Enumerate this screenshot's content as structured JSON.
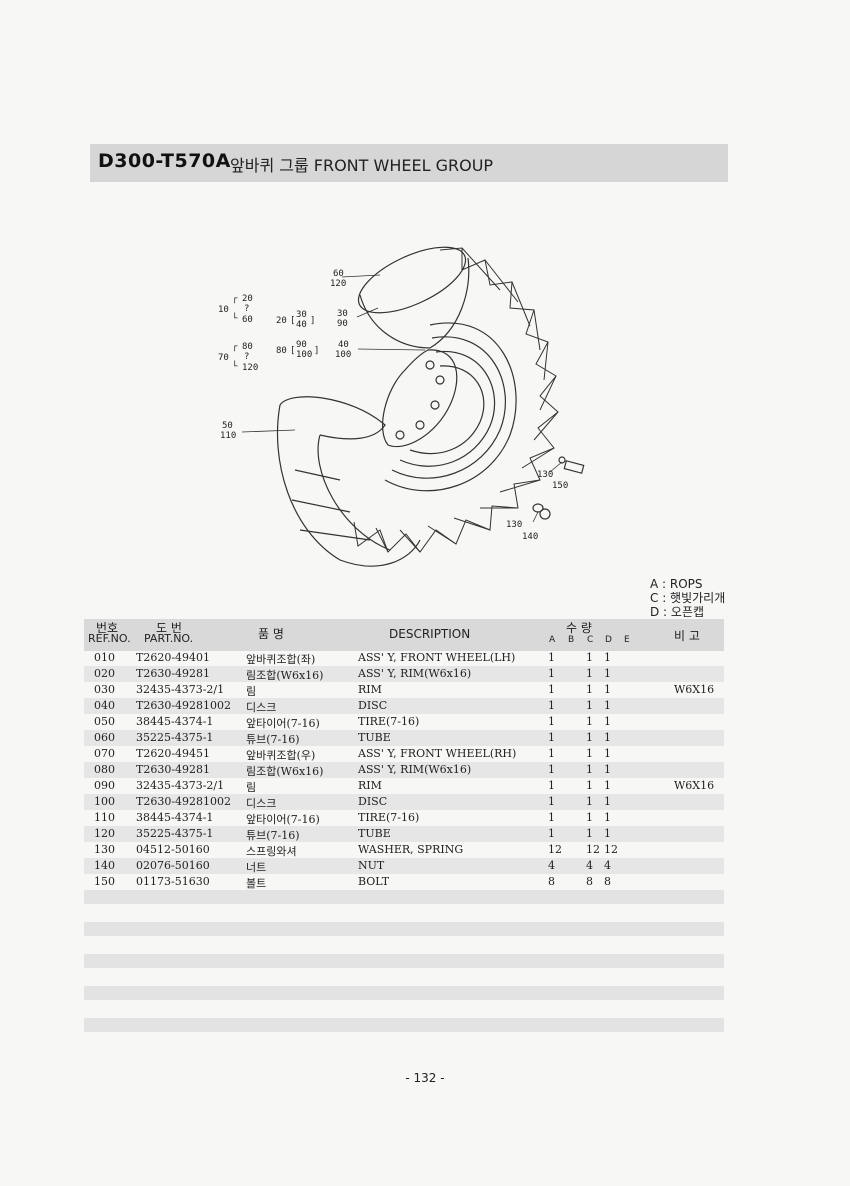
{
  "header": {
    "code": "D300-T570A",
    "name": "앞바퀴 그룹 FRONT  WHEEL GROUP"
  },
  "callouts": {
    "c10": "10",
    "c10_range": [
      "20",
      "?",
      "60"
    ],
    "c70": "70",
    "c70_range": [
      "80",
      "?",
      "120"
    ],
    "c20": "20",
    "c20_pair": [
      "30",
      "40"
    ],
    "c80": "80",
    "c80_pair": [
      "90",
      "100"
    ],
    "c60_120": [
      "60",
      "120"
    ],
    "c30_90": [
      "30",
      "90"
    ],
    "c40_100": [
      "40",
      "100"
    ],
    "c50_110": [
      "50",
      "110"
    ],
    "c130a": "130",
    "c150": "150",
    "c130b": "130",
    "c140": "140"
  },
  "legend": [
    "A : ROPS",
    "C : 햇빛가리개",
    "D : 오픈캡"
  ],
  "table": {
    "h_ref_ko": "번호",
    "h_part_ko": "도  번",
    "h_ref": "REF.NO.",
    "h_part": "PART.NO.",
    "h_name_ko": "품    명",
    "h_desc": "DESCRIPTION",
    "h_qty_ko": "수  량",
    "h_cols": [
      "A",
      "B",
      "C",
      "D",
      "E"
    ],
    "h_remark": "비  고",
    "rows": [
      {
        "ref": "010",
        "part": "T2620-49401",
        "name": "앞바퀴조합(좌)",
        "desc": "ASS' Y, FRONT WHEEL(LH)",
        "a": "1",
        "c": "1",
        "d": "1",
        "remark": ""
      },
      {
        "ref": "020",
        "part": "T2630-49281",
        "name": "림조합(W6x16)",
        "desc": "ASS' Y, RIM(W6x16)",
        "a": "1",
        "c": "1",
        "d": "1",
        "remark": ""
      },
      {
        "ref": "030",
        "part": "32435-4373-2/1",
        "name": "림",
        "desc": "RIM",
        "a": "1",
        "c": "1",
        "d": "1",
        "remark": "W6X16"
      },
      {
        "ref": "040",
        "part": "T2630-49281002",
        "name": "디스크",
        "desc": "DISC",
        "a": "1",
        "c": "1",
        "d": "1",
        "remark": ""
      },
      {
        "ref": "050",
        "part": "38445-4374-1",
        "name": "앞타이어(7-16)",
        "desc": "TIRE(7-16)",
        "a": "1",
        "c": "1",
        "d": "1",
        "remark": ""
      },
      {
        "ref": "060",
        "part": "35225-4375-1",
        "name": "튜브(7-16)",
        "desc": "TUBE",
        "a": "1",
        "c": "1",
        "d": "1",
        "remark": ""
      },
      {
        "ref": "070",
        "part": "T2620-49451",
        "name": "앞바퀴조합(우)",
        "desc": "ASS' Y, FRONT WHEEL(RH)",
        "a": "1",
        "c": "1",
        "d": "1",
        "remark": ""
      },
      {
        "ref": "080",
        "part": "T2630-49281",
        "name": "림조합(W6x16)",
        "desc": "ASS' Y, RIM(W6x16)",
        "a": "1",
        "c": "1",
        "d": "1",
        "remark": ""
      },
      {
        "ref": "090",
        "part": "32435-4373-2/1",
        "name": "림",
        "desc": "RIM",
        "a": "1",
        "c": "1",
        "d": "1",
        "remark": "W6X16"
      },
      {
        "ref": "100",
        "part": "T2630-49281002",
        "name": "디스크",
        "desc": "DISC",
        "a": "1",
        "c": "1",
        "d": "1",
        "remark": ""
      },
      {
        "ref": "110",
        "part": "38445-4374-1",
        "name": "앞타이어(7-16)",
        "desc": "TIRE(7-16)",
        "a": "1",
        "c": "1",
        "d": "1",
        "remark": ""
      },
      {
        "ref": "120",
        "part": "35225-4375-1",
        "name": "튜브(7-16)",
        "desc": "TUBE",
        "a": "1",
        "c": "1",
        "d": "1",
        "remark": ""
      },
      {
        "ref": "130",
        "part": "04512-50160",
        "name": "스프링와셔",
        "desc": "WASHER, SPRING",
        "a": "12",
        "c": "12",
        "d": "12",
        "remark": ""
      },
      {
        "ref": "140",
        "part": "02076-50160",
        "name": "너트",
        "desc": "NUT",
        "a": "4",
        "c": "4",
        "d": "4",
        "remark": ""
      },
      {
        "ref": "150",
        "part": "01173-51630",
        "name": "볼트",
        "desc": "BOLT",
        "a": "8",
        "c": "8",
        "d": "8",
        "remark": ""
      }
    ]
  },
  "page_number": "- 132 -"
}
